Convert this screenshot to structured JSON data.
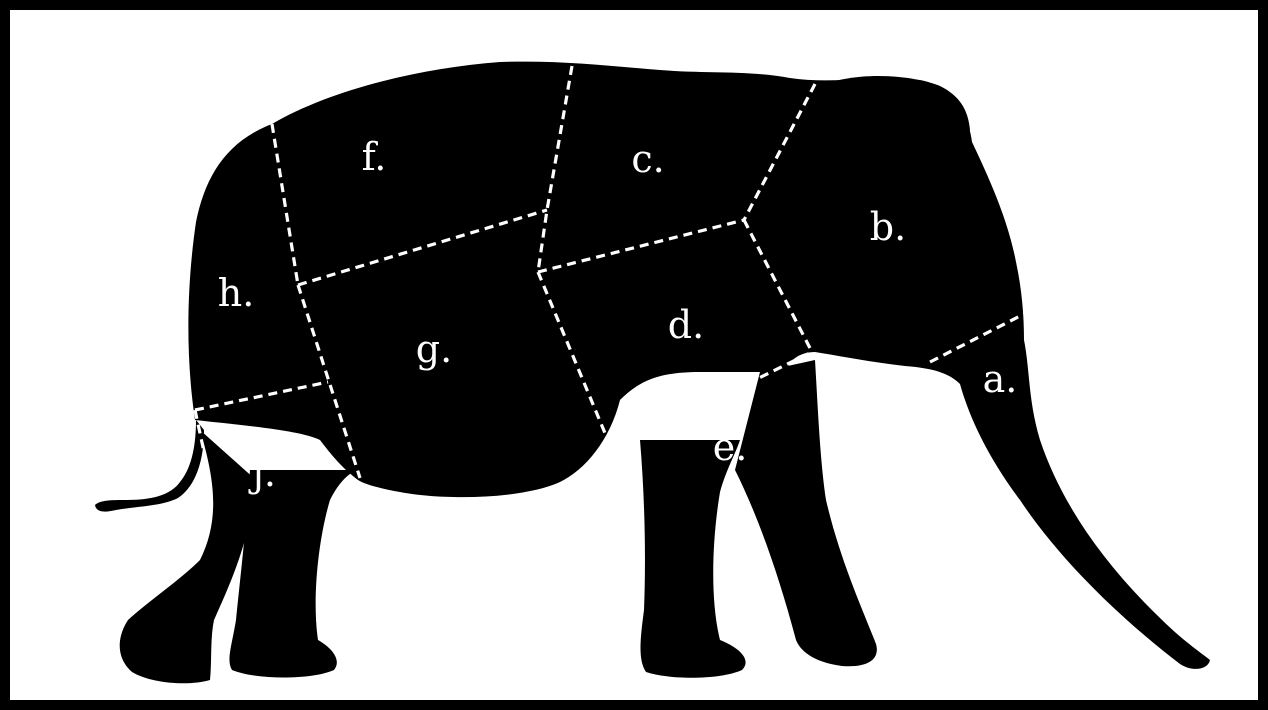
{
  "diagram": {
    "colors": {
      "frame": "#000000",
      "background": "#ffffff",
      "silhouette": "#000000",
      "cut_lines": "#ffffff",
      "labels": "#ffffff"
    },
    "labels": {
      "a": "a.",
      "b": "b.",
      "c": "c.",
      "d": "d.",
      "e": "e.",
      "f": "f.",
      "g": "g.",
      "h": "h.",
      "j": "j."
    }
  }
}
